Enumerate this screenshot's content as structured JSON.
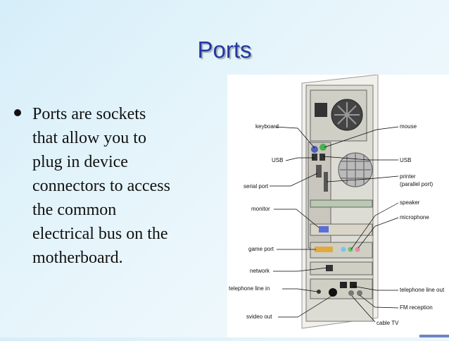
{
  "slide": {
    "title": "Ports",
    "bullet_text": "Ports are sockets\nthat allow you to\nplug in device\nconnectors to access\nthe common\nelectrical bus on the\nmotherboard."
  },
  "figure": {
    "labels_left": [
      "keyboard",
      "USB",
      "serial port",
      "monitor",
      "game port",
      "network",
      "telephone line in",
      "svideo out"
    ],
    "labels_right": [
      "mouse",
      "USB",
      "printer",
      "(parallel port)",
      "speaker",
      "microphone",
      "telephone line out",
      "FM reception",
      "cable TV"
    ]
  }
}
